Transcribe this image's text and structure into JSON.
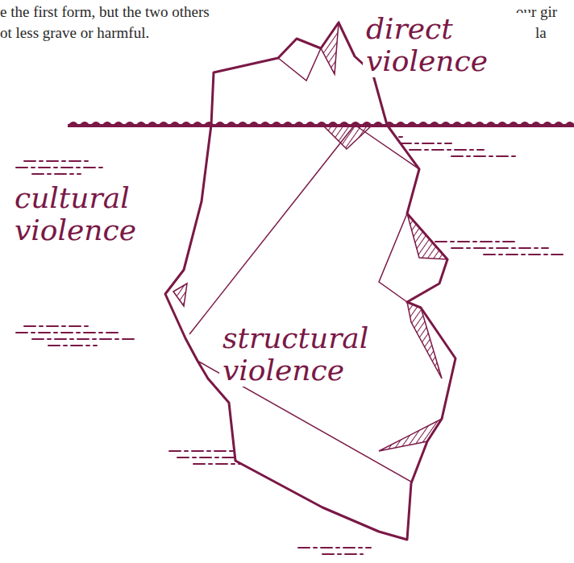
{
  "diagram": {
    "labels": [
      "e the first form, but the two others",
      "ot less grave or harmful.",
      "our gir",
      "la",
      "direct violence",
      "cultural violence",
      "structural violence"
    ]
  }
}
